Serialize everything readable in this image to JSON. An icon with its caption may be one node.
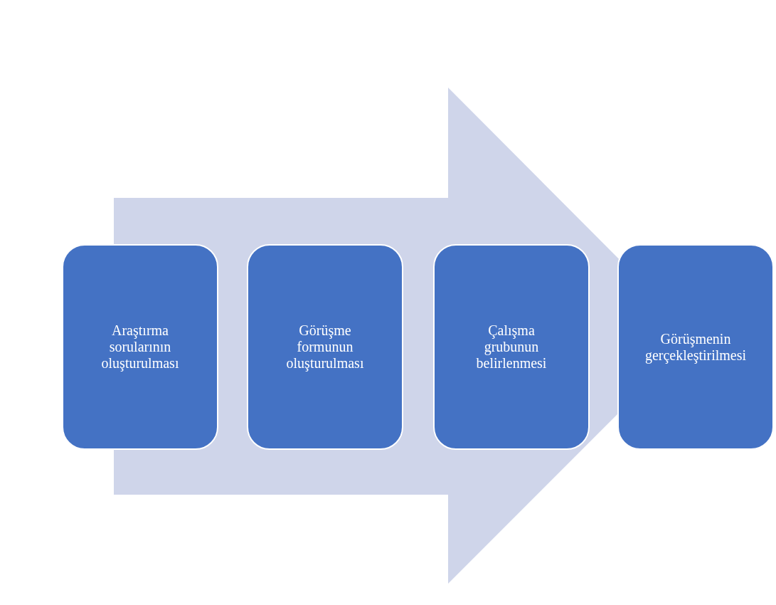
{
  "diagram": {
    "nodes": [
      {
        "text": [
          "Araştırma sorularının oluşturulması"
        ]
      },
      {
        "text": [
          "Görüşme formunun oluşturulması"
        ]
      },
      {
        "text": [
          "Çalışma grubunun belirlenmesi"
        ]
      },
      {
        "text": [
          "Görüşmenin gerçekleştirilmesi"
        ]
      }
    ],
    "edges": [
      {
        "from": 0,
        "to": 3,
        "arrow": "to"
      }
    ]
  }
}
